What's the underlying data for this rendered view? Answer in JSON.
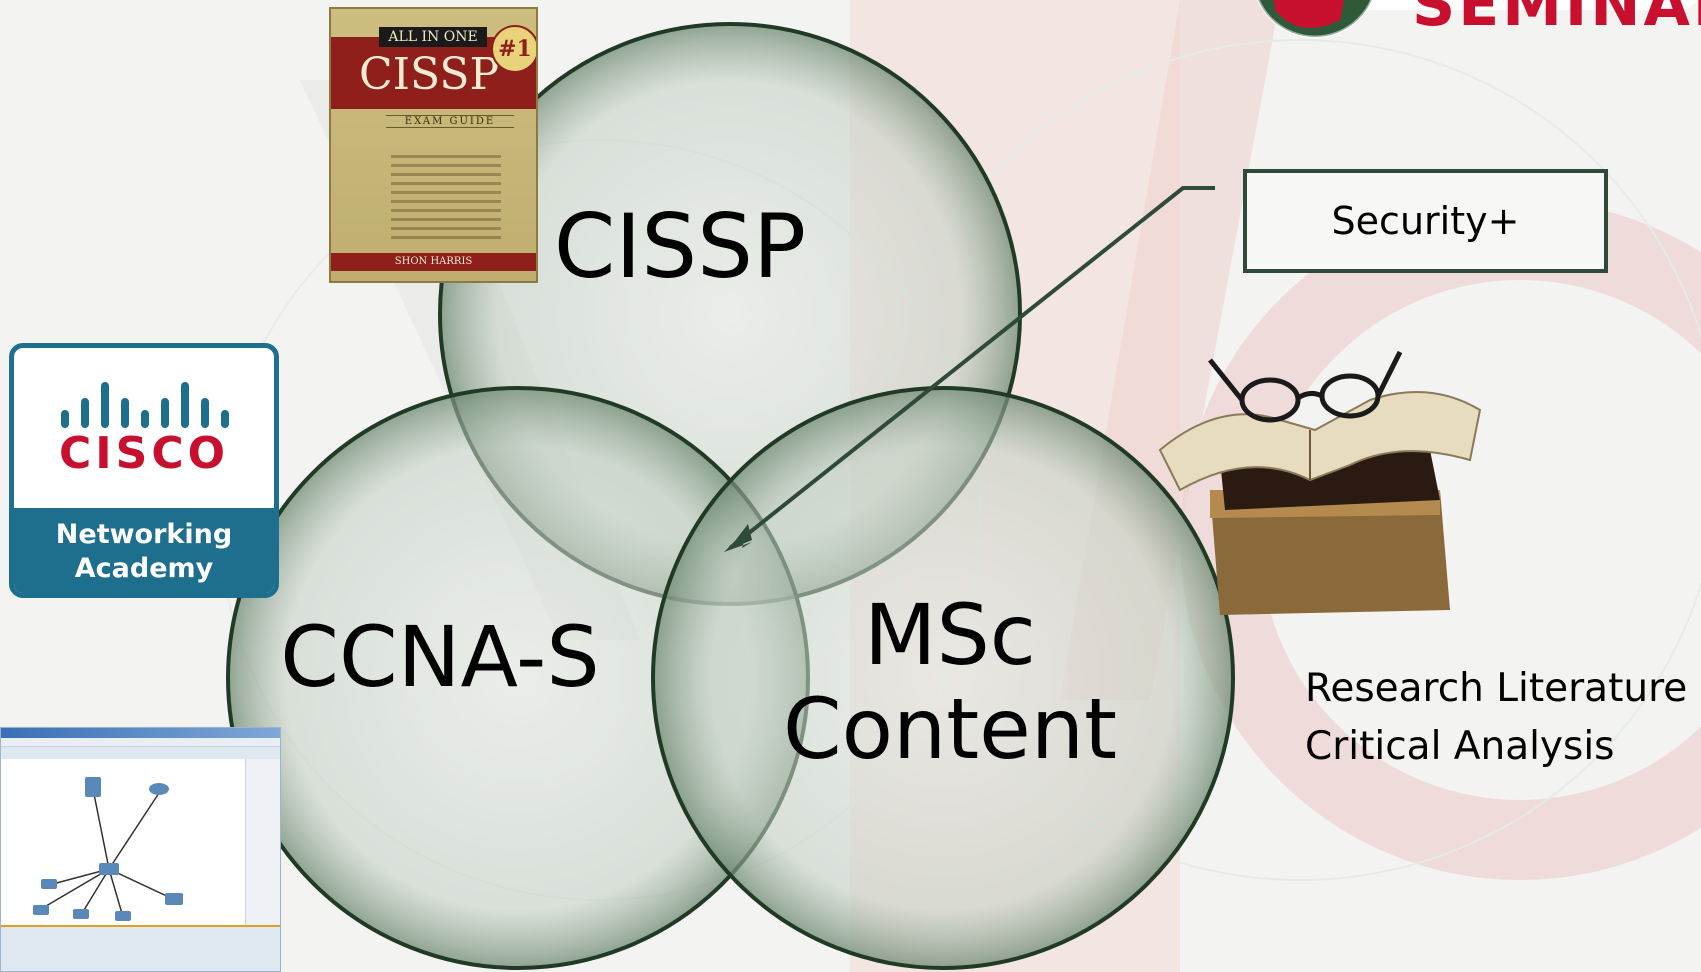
{
  "diagram": {
    "circles": [
      {
        "id": "cissp",
        "label": "CISSP"
      },
      {
        "id": "ccna",
        "label": "CCNA-S"
      },
      {
        "id": "msc",
        "label": [
          "MSc",
          "Content"
        ]
      }
    ],
    "callout": {
      "label": "Security+"
    },
    "research": {
      "lines": [
        "Research Literature",
        "Critical Analysis"
      ]
    }
  },
  "book_cover": {
    "banner": "ALL IN ONE",
    "title": "CISSP",
    "badge": "#1",
    "subtitle": "EXAM GUIDE",
    "author": "SHON HARRIS"
  },
  "cisco_logo": {
    "wordmark": "CISCO",
    "lines": [
      "Networking",
      "Academy"
    ]
  },
  "brand_logo": {
    "wordmark": "SEMINAR"
  },
  "colors": {
    "circle_fill": "#c9d3c9",
    "circle_stroke": "#213a26",
    "callout_border": "#2f4a38",
    "cisco_blue": "#1e6e8e",
    "cisco_red": "#c8102e"
  }
}
